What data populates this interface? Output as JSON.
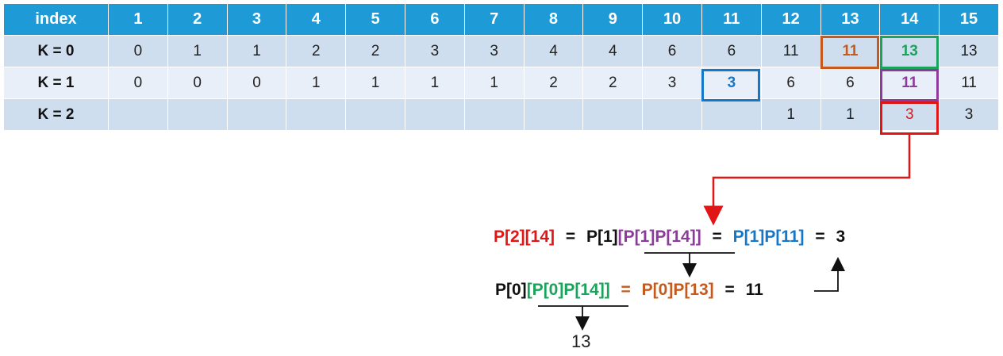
{
  "table": {
    "header": [
      "index",
      "1",
      "2",
      "3",
      "4",
      "5",
      "6",
      "7",
      "8",
      "9",
      "10",
      "11",
      "12",
      "13",
      "14",
      "15"
    ],
    "rows": [
      {
        "label": "K = 0",
        "cells": [
          "0",
          "1",
          "1",
          "2",
          "2",
          "3",
          "3",
          "4",
          "4",
          "6",
          "6",
          "11",
          "11",
          "13",
          "13"
        ]
      },
      {
        "label": "K = 1",
        "cells": [
          "0",
          "0",
          "0",
          "1",
          "1",
          "1",
          "1",
          "2",
          "2",
          "3",
          "3",
          "6",
          "6",
          "11",
          "11"
        ]
      },
      {
        "label": "K = 2",
        "cells": [
          "",
          "",
          "",
          "",
          "",
          "",
          "",
          "",
          "",
          "",
          "",
          "1",
          "1",
          "3",
          "3"
        ]
      }
    ]
  },
  "highlights": {
    "k0_13": {
      "value": "11",
      "color": "#c55a1c"
    },
    "k0_14": {
      "value": "13",
      "color": "#1aa35a"
    },
    "k1_11": {
      "value": "3",
      "color": "#1478c8"
    },
    "k1_14": {
      "value": "11",
      "color": "#8e3a9c"
    },
    "k2_14": {
      "value": "3",
      "color": "#e01616"
    }
  },
  "equation1": {
    "lhs": "P[2][14]",
    "eq1": "=",
    "p1": "P[1]",
    "inner": "[P[1]P[14]]",
    "eq2": "=",
    "rhs": "P[1]P[11]",
    "eq3": "=",
    "result": "3"
  },
  "equation2": {
    "p0": "P[0]",
    "inner": "[P[0]P[14]]",
    "eq1": "=",
    "mid": "P[0]P[13]",
    "eq2": "=",
    "result": "11"
  },
  "bottom_value": "13",
  "colors": {
    "header": "#1e9bd7",
    "row_dark": "#cfdeee",
    "row_light": "#e8eff8",
    "red": "#e01616",
    "purple": "#8e3a9c",
    "blue": "#1478c8",
    "green": "#1aa35a",
    "orange": "#c55a1c"
  }
}
